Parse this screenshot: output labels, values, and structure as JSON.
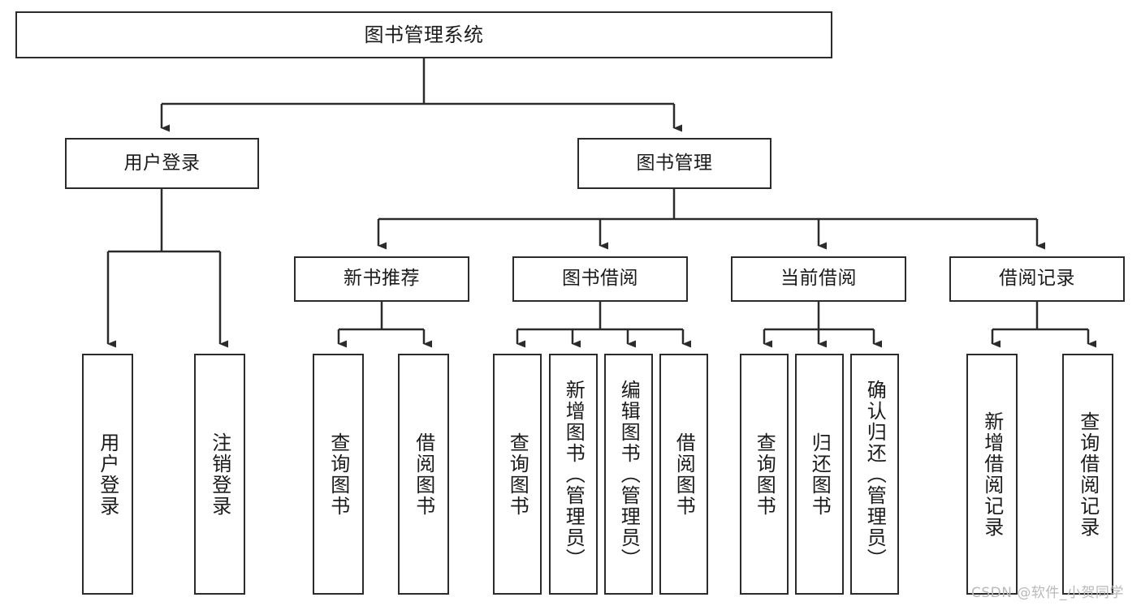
{
  "diagram": {
    "title": "图书管理系统",
    "type": "tree-hierarchy",
    "root": {
      "label": "图书管理系统"
    },
    "level2": [
      {
        "label": "用户登录"
      },
      {
        "label": "图书管理"
      }
    ],
    "level3": [
      {
        "label": "新书推荐"
      },
      {
        "label": "图书借阅"
      },
      {
        "label": "当前借阅"
      },
      {
        "label": "借阅记录"
      }
    ],
    "leaves": {
      "user_login": [
        {
          "label": "用户登录"
        },
        {
          "label": "注销登录"
        }
      ],
      "new_book_recommend": [
        {
          "label": "查询图书"
        },
        {
          "label": "借阅图书"
        }
      ],
      "book_borrow": [
        {
          "label": "查询图书"
        },
        {
          "label": "新增图书（管理员）"
        },
        {
          "label": "编辑图书（管理员）"
        },
        {
          "label": "借阅图书"
        }
      ],
      "current_borrow": [
        {
          "label": "查询图书"
        },
        {
          "label": "归还图书"
        },
        {
          "label": "确认归还（管理员）"
        }
      ],
      "borrow_records": [
        {
          "label": "新增借阅记录"
        },
        {
          "label": "查询借阅记录"
        }
      ]
    }
  },
  "watermark": {
    "text": "CSDN @软件_小贺同学"
  },
  "colors": {
    "stroke": "#2b2b2b",
    "background": "#ffffff",
    "text": "#1b1b1b",
    "watermark": "#b9b9b9"
  }
}
